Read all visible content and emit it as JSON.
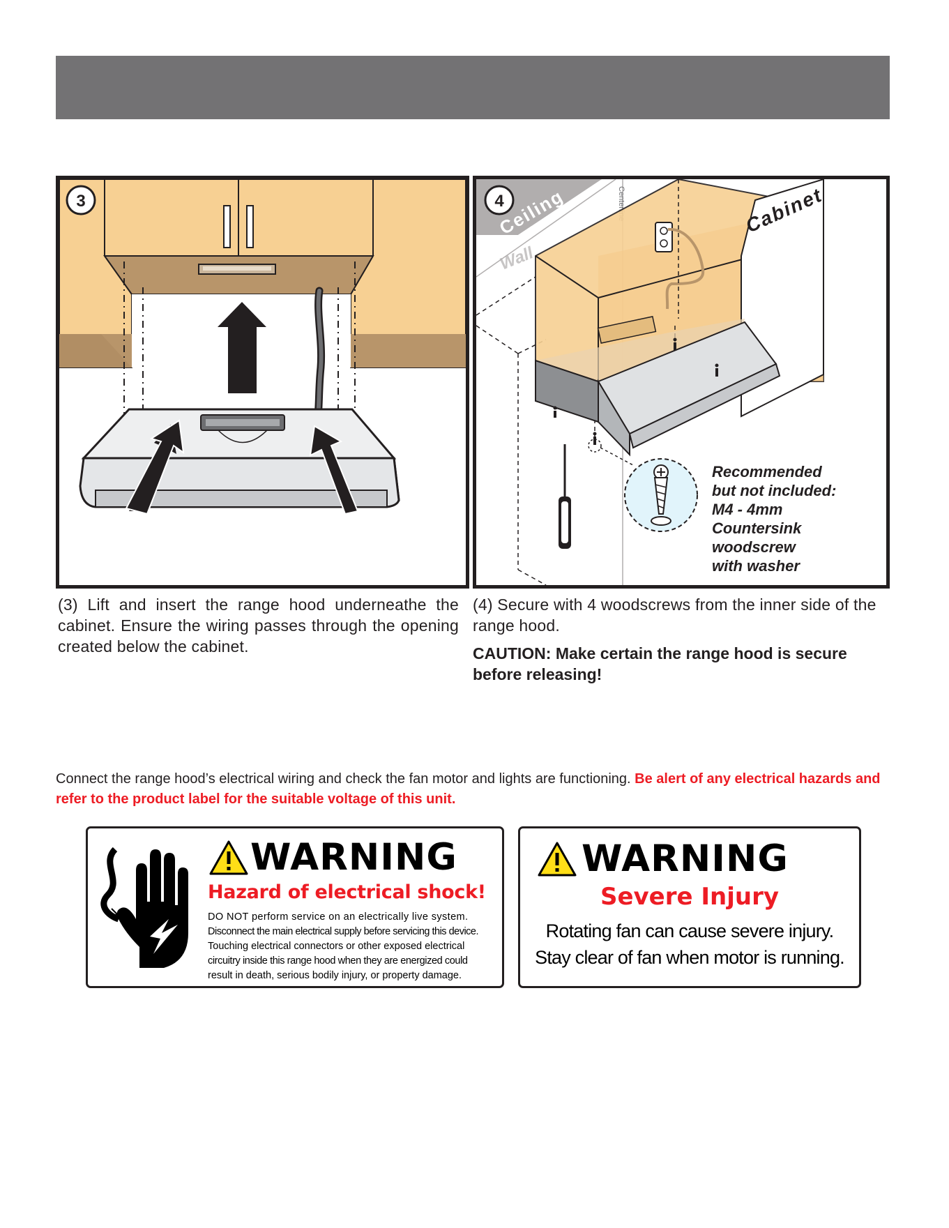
{
  "steps": [
    {
      "number": "3",
      "caption": "(3) Lift and insert the range hood underneathe the cabinet.  Ensure the wiring passes through the opening created below the cabinet."
    },
    {
      "number": "4",
      "caption": "(4) Secure with 4 woodscrews from the inner side of the range hood.",
      "caution": "CAUTION: Make certain the range hood is secure before releasing!",
      "labels": {
        "ceiling": "Ceiling",
        "wall": "Wall",
        "centerline": "Centerline",
        "cabinet": "Cabinet"
      },
      "note": [
        "Recommended",
        "but not included:",
        "M4 - 4mm",
        "Countersink",
        "woodscrew",
        "with washer"
      ]
    }
  ],
  "wiring": {
    "text": "Connect the range hood’s electrical wiring and check the fan motor and lights are functioning.  ",
    "alert": "Be alert of any electrical hazards and refer to the product label for the suitable voltage of this unit."
  },
  "warnings": [
    {
      "title": "WARNING",
      "subtitle": "Hazard of electrical shock!",
      "lines": [
        "DO NOT perform service on an electrically live system.",
        "Disconnect the main electrical supply before servicing this device.",
        "Touching electrical connectors or other exposed electrical",
        "circuitry inside this range hood when they are energized could",
        "result in death, serious bodily injury, or property damage."
      ]
    },
    {
      "title": "WARNING",
      "subtitle": "Severe Injury",
      "lines": [
        "Rotating fan can cause severe injury.",
        "Stay clear of fan when motor is running."
      ]
    }
  ],
  "colors": {
    "header": "#737274",
    "alert_red": "#ed1c24",
    "cabinet": "#f7d093",
    "cabinet_dark": "#b8956a",
    "hood": "#d9dcdf",
    "warning_yellow": "#ffde17"
  }
}
